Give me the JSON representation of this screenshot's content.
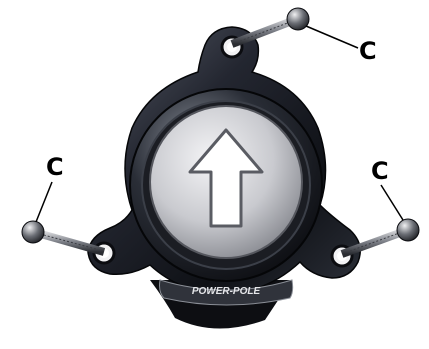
{
  "callouts": {
    "top_right": "C",
    "left": "C",
    "right": "C"
  },
  "switch": {
    "brand_text": "POWER-POLE",
    "button_icon": "arrow-up-icon"
  },
  "colors": {
    "background": "#ffffff",
    "housing": "#1a1d24",
    "button_face": "#cfd0d4",
    "arrow_fill": "#ffffff",
    "callout_line": "#000000"
  }
}
